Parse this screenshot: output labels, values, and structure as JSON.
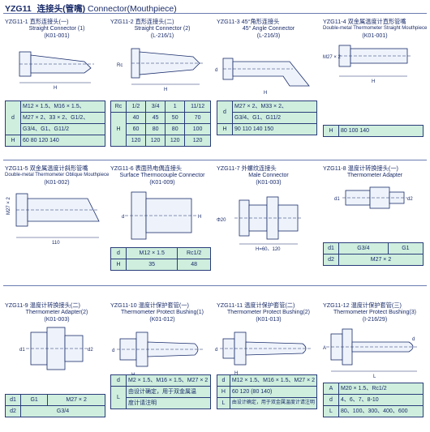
{
  "header": {
    "code": "YZG11",
    "cn": "连接头(管嘴)",
    "en": "Connector(Mouthpiece)"
  },
  "items": [
    {
      "code": "YZG11-1 直形连接头(一)",
      "en": "Straight Connector (1)",
      "model": "(K01-001)",
      "labels": {
        "h": "H"
      },
      "table": {
        "d_label": "d",
        "d_lines": [
          "M12 × 1.5、M16 × 1.5、",
          "M27 × 2、33 × 2、G1/2、",
          "G3/4、G1、G11/2"
        ],
        "h_label": "H",
        "h_values": "60  80  120  140"
      }
    },
    {
      "code": "YZG11-2 直形连接头(二)",
      "en": "Straight Connector (2)",
      "model": "(L-216/1)",
      "labels": {
        "rc": "Rc",
        "h": "H"
      },
      "table": {
        "rc_label": "Rc",
        "rc_values": [
          "1/2",
          "3/4",
          "1",
          "11/12"
        ],
        "h_label": "H",
        "h_rows": [
          [
            "40",
            "45",
            "50",
            "70"
          ],
          [
            "60",
            "80",
            "80",
            "100"
          ],
          [
            "120",
            "120",
            "120",
            "120"
          ]
        ]
      }
    },
    {
      "code": "YZG11-3 45°角形连接头",
      "en": "45° Angle Connector",
      "model": "(L-216/3)",
      "labels": {
        "d": "d",
        "h": "H"
      },
      "table": {
        "d_label": "d",
        "d_lines": [
          "M27 × 2、M33 × 2、",
          "G3/4、G1、G11/2"
        ],
        "h_label": "H",
        "h_values": "90  110  140  150"
      }
    },
    {
      "code": "YZG11-4 双金属温度计直形管嘴",
      "en": "Double-metal Thermometer Straight Mouthpiece",
      "model": "(K01-001)",
      "labels": {
        "m": "M27 × 2",
        "h": "H"
      },
      "table": {
        "h_label": "H",
        "h_values": "80  100  140"
      }
    },
    {
      "code": "YZG11-5 双金属温度计斜形管嘴",
      "en": "Double-metal Thermometer Oblique Mouthpiece",
      "model": "(K01-002)",
      "labels": {
        "m": "M27 × 2",
        "len": "110"
      },
      "table": null
    },
    {
      "code": "YZG11-6 表面热电偶连接头",
      "en": "Surface Thermocouple Connector",
      "model": "(K01-009)",
      "labels": {
        "d": "d",
        "h": "H"
      },
      "table": {
        "d_label": "d",
        "d_values": [
          "M12 × 1.5",
          "Rc1/2"
        ],
        "h_label": "H",
        "h_values": [
          "35",
          "48"
        ]
      }
    },
    {
      "code": "YZG11-7 外螺纹连接头",
      "en": "Male Connector",
      "model": "(K01-003)",
      "labels": {
        "dia": "Φ20",
        "h": "H=60、120"
      },
      "table": null
    },
    {
      "code": "YZG11-8 温度计转换接头(一)",
      "en": "Thermometer Adapter",
      "model": "(K01-003)",
      "labels": {
        "d1": "d1",
        "d2": "d2"
      },
      "table": {
        "d1_label": "d1",
        "d1_values": [
          "G3/4",
          "G1"
        ],
        "d2_label": "d2",
        "d2_value": "M27 × 2"
      }
    },
    {
      "code": "YZG11-9 温度计转换接头(二)",
      "en": "Thermometer Adapter(2)",
      "model": "(K01-003)",
      "labels": {
        "d1": "d1",
        "d2": "d2"
      },
      "table": {
        "d1_label": "d1",
        "d1_values": [
          "G1",
          "M27 × 2"
        ],
        "d2_label": "d2",
        "d2_value": "G3/4"
      }
    },
    {
      "code": "YZG11-10 温度计保护套管(一)",
      "en": "Thermometer Protect Bushing(1)",
      "model": "(K01-012)",
      "labels": {
        "d": "d",
        "h": "H"
      },
      "table": {
        "d_label": "d",
        "d_lines": [
          "M2 × 1.5、M16 × 1.5、M27 × 2"
        ],
        "l_label": "L",
        "l_lines": [
          "由设计确定，用于双金属温",
          "度计请注明"
        ]
      }
    },
    {
      "code": "YZG11-11 温度计保护套管(二)",
      "en": "Thermometer Protect Bushing(2)",
      "model": "(K01-013)",
      "labels": {
        "d": "d",
        "h": "H"
      },
      "table": {
        "d_label": "d",
        "d_lines": [
          "M12 × 1.5、M16 × 1.5、M27 × 2"
        ],
        "h_label": "H",
        "h_lines": [
          "60  120  (80  140)"
        ],
        "l_label": "L",
        "l_lines": [
          "由设计确定，用于双金属温度计请注明"
        ]
      }
    },
    {
      "code": "YZG11-12 温度计保护套管(三)",
      "en": "Thermometer Protect Bushing(3)",
      "model": "(I-216/29)",
      "labels": {
        "a": "A",
        "d": "d",
        "l": "L"
      },
      "table": {
        "a_label": "A",
        "a_value": "M20 × 1.5、Rc1/2",
        "d_label": "d",
        "d_value": "4、6、7、8-10",
        "l_label": "L",
        "l_value": "80、100、300、400、600"
      }
    }
  ]
}
